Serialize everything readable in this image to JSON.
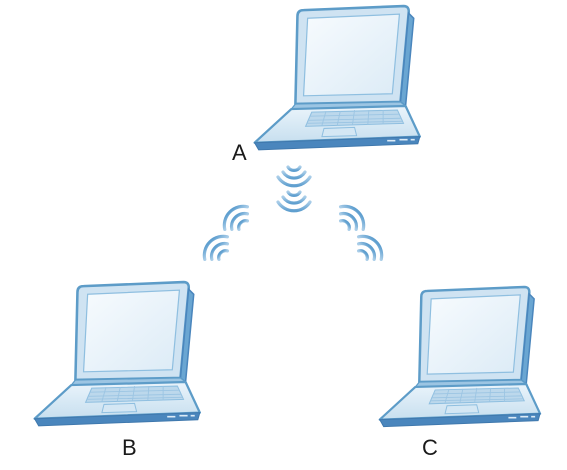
{
  "nodes": [
    {
      "id": "A",
      "label": "A"
    },
    {
      "id": "B",
      "label": "B"
    },
    {
      "id": "C",
      "label": "C"
    }
  ],
  "links": [
    {
      "from": "A",
      "to": "B"
    },
    {
      "from": "A",
      "to": "C"
    }
  ],
  "colors": {
    "laptop_body": "#d8eaf5",
    "laptop_outline": "#5d9cc8",
    "laptop_dark": "#4a86bd",
    "screen_face": "#eef6fc",
    "keyboard": "#bcd8ec",
    "signal_wave": "#7ab1d8",
    "label_text": "#1a1a1a"
  },
  "icons": {
    "node_icon": "laptop-icon",
    "signal_icon": "wireless-signal-icon"
  }
}
